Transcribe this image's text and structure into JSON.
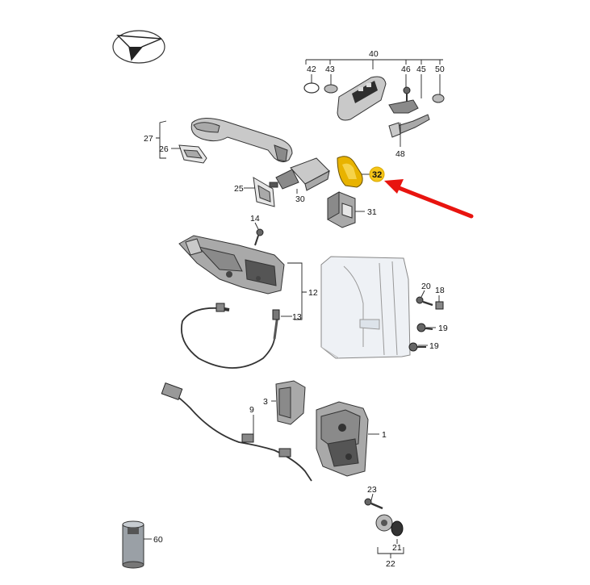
{
  "diagram": {
    "labels": {
      "l1": "1",
      "l3": "3",
      "l9": "9",
      "l12": "12",
      "l13": "13",
      "l14": "14",
      "l18": "18",
      "l19a": "19",
      "l19b": "19",
      "l20": "20",
      "l21": "21",
      "l22": "22",
      "l23": "23",
      "l25": "25",
      "l26": "26",
      "l27": "27",
      "l30": "30",
      "l31": "31",
      "l32": "32",
      "l40": "40",
      "l42": "42",
      "l43": "43",
      "l45": "45",
      "l46": "46",
      "l48": "48",
      "l50": "50",
      "l60": "60"
    },
    "colors": {
      "highlight_part": "#e8b300",
      "highlight_badge": "#f5c518",
      "arrow": "#e8140f"
    }
  }
}
